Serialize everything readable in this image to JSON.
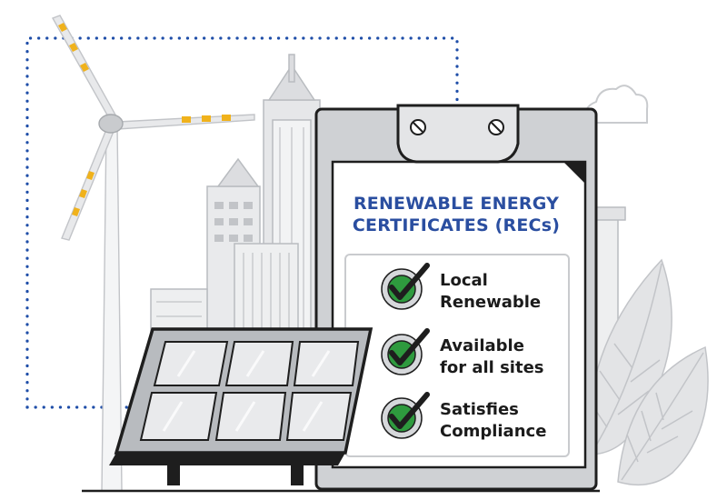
{
  "clipboard": {
    "title_line1": "RENEWABLE ENERGY",
    "title_line2": "CERTIFICATES (RECs)",
    "items": [
      {
        "line1": "Local",
        "line2": "Renewable",
        "checked": true
      },
      {
        "line1": "Available",
        "line2": "for all sites",
        "checked": true
      },
      {
        "line1": "Satisfies",
        "line2": "Compliance",
        "checked": true
      }
    ]
  },
  "colors": {
    "title_blue": "#2a4ea0",
    "dotted_path_blue": "#1f4ea8",
    "turbine_accent_yellow": "#f0b21c",
    "check_green": "#2e9a3e",
    "outline": "#1e1e1e",
    "light_gray": "#e6e7e9",
    "mid_gray": "#c9cbce"
  },
  "icons": [
    "wind-turbine-icon",
    "solar-panel-icon",
    "clipboard-icon",
    "cloud-icon",
    "leaf-icon",
    "city-buildings-icon",
    "checkmark-icon"
  ]
}
